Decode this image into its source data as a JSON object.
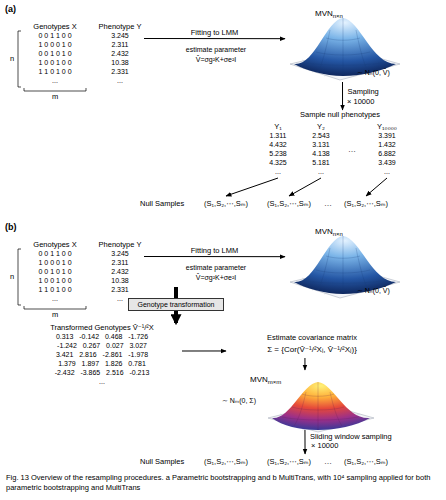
{
  "diagram": {
    "caption": "Fig. 13 Overview of the resampling procedures. a Parametric bootstrapping and b MultiTrans, with 10⁴ sampling applied for both parametric bootstrapping and MultiTrans",
    "nodes": [
      {
        "text": [
          "Genotypes X",
          "0 0 1 1 0 0",
          "1 0 0 0 1 0",
          "0 0 1 0 1 0",
          "1 0 0 1 0 0",
          "1 1 0 1 0 0",
          "..."
        ]
      },
      {
        "text": [
          "Phenotype Y",
          "3.245",
          "2.311",
          "2.432",
          "10.38",
          "2.331",
          "..."
        ]
      },
      {
        "text": [
          "MVN",
          "n×n"
        ]
      },
      {
        "text": [
          "Sample null phenotypes"
        ]
      },
      {
        "text": [
          "Y₁",
          "1.311",
          "4.432",
          "5.238",
          "4.325",
          "..."
        ],
        "in": 3
      },
      {
        "text": [
          "Y₂",
          "2.543",
          "3.131",
          "4.138",
          "5.181",
          "..."
        ],
        "in": 3
      },
      {
        "text": [
          "Y₁₀₀₀₀",
          "3.391",
          "1.432",
          "6.882",
          "3.439",
          "..."
        ],
        "in": 3
      },
      {
        "text": [
          "Null Samples"
        ]
      },
      {
        "text": [
          "(S₁,S₂,⋯,Sₘ)"
        ],
        "in": 7
      },
      {
        "text": [
          "(S₁,S₂,⋯,Sₘ)"
        ],
        "in": 7
      },
      {
        "text": [
          "(S₁,S₂,⋯,Sₘ)"
        ],
        "in": 7
      },
      {
        "text": [
          "Genotypes X",
          "0 0 1 1 0 0",
          "1 0 0 0 1 0",
          "0 0 1 0 1 0",
          "1 0 0 1 0 0",
          "1 1 0 1 0 0",
          "..."
        ]
      },
      {
        "text": [
          "Phenotype Y",
          "3.245",
          "2.311",
          "2.432",
          "10.38",
          "2.331",
          "..."
        ]
      },
      {
        "text": [
          "MVN",
          "n×n"
        ]
      },
      {
        "text": [
          "Genotype transformation"
        ]
      },
      {
        "text": [
          "Transformed Genotypes V̂⁻¹/²X",
          "0.313   -0.142   0.468   -1.726",
          "-1.242   0.267   0.027   3.027",
          "3.421   2.816   -2.861   -1.978",
          "1.379   1.897   1.826   0.781",
          "-2.432   -3.865   2.516   -0.213",
          "..."
        ]
      },
      {
        "text": [
          "Estimate covariance matrix",
          "Σ = {Cor(V̂⁻¹/²Xᵢ, V̂⁻¹/²Xⱼ)}"
        ]
      },
      {
        "text": [
          "MVN",
          "m×m"
        ]
      },
      {
        "text": [
          "Null Samples"
        ]
      },
      {
        "text": [
          "(S₁,S₂,⋯,Sₘ)"
        ],
        "in": 18
      },
      {
        "text": [
          "(S₁,S₂,⋯,Sₘ)"
        ],
        "in": 18
      },
      {
        "text": [
          "(S₁,S₂,⋯,Sₘ)"
        ],
        "in": 18
      }
    ],
    "edges": [
      {
        "from": 1,
        "to": 2,
        "arrow": "to",
        "label": "Fitting to LMM"
      },
      {
        "from": 2,
        "to": 3,
        "arrow": "to",
        "label": "Sampling"
      },
      {
        "from": 4,
        "to": 8,
        "arrow": "to"
      },
      {
        "from": 5,
        "to": 9,
        "arrow": "to"
      },
      {
        "from": 6,
        "to": 10,
        "arrow": "to"
      },
      {
        "from": 12,
        "to": 13,
        "arrow": "to",
        "label": "Fitting to LMM"
      },
      {
        "from": 14,
        "to": 15,
        "arrow": "to"
      },
      {
        "from": 15,
        "to": 16,
        "arrow": "to"
      },
      {
        "from": 16,
        "to": 17,
        "arrow": "to"
      },
      {
        "from": 17,
        "to": 18,
        "arrow": "to",
        "label": "Sliding window sampling"
      }
    ],
    "labels": [
      "(a)",
      "n",
      "m",
      "estimate parameter",
      "V̂=σg²K+σe²I",
      "∼ Nₙ(0, V̂)",
      "× 10000",
      "…",
      "…",
      "(b)",
      "n",
      "m",
      "estimate parameter",
      "V̂=σg²K+σe²I",
      "∼ Nₙ(0, V̂)",
      "∼ Nₘ(0, Σ)",
      "× 10000",
      "…"
    ]
  }
}
